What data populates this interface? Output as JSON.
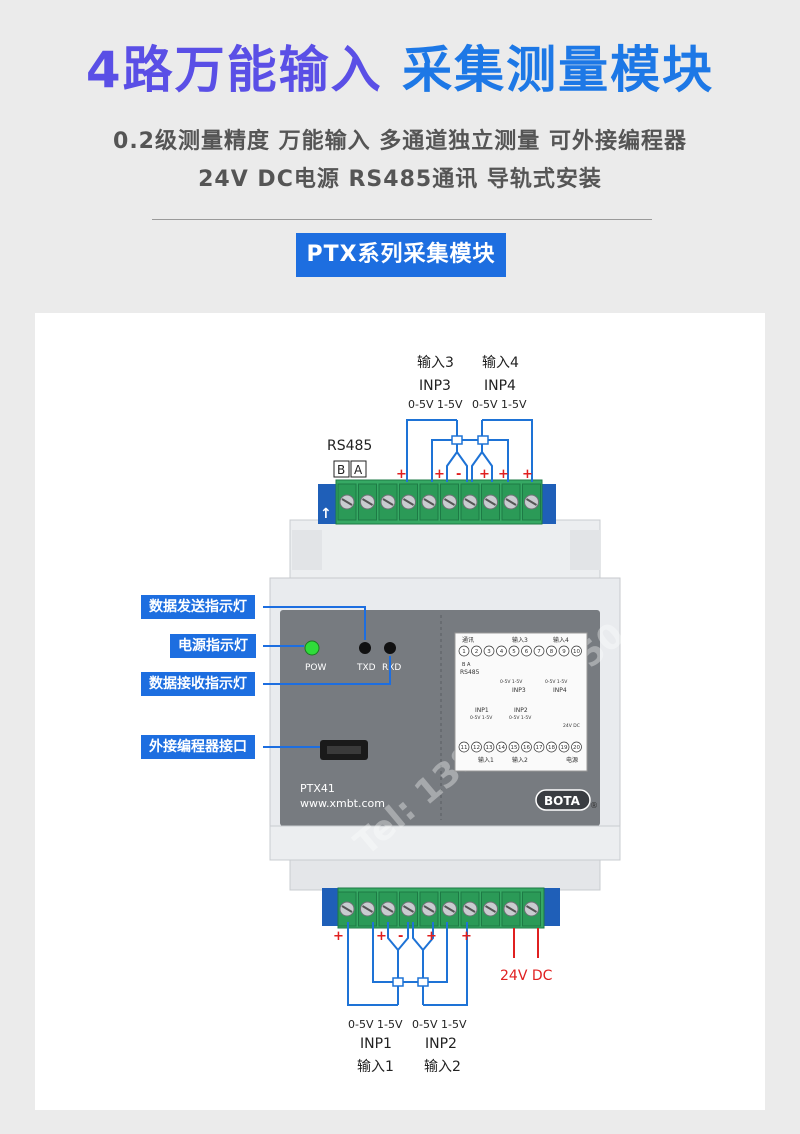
{
  "header": {
    "title_part1": "4路万能输入",
    "title_part2": "采集测量模块",
    "subtitle_line1": "0.2级测量精度 万能输入 多通道独立测量 可外接编程器",
    "subtitle_line2": "24V DC电源 RS485通讯 导轨式安装",
    "badge": "PTX系列采集模块"
  },
  "top_inputs": {
    "inp3_cn": "输入3",
    "inp3": "INP3",
    "inp3_range": "0-5V 1-5V",
    "inp4_cn": "输入4",
    "inp4": "INP4",
    "inp4_range": "0-5V 1-5V",
    "rs485": "RS485",
    "b": "B",
    "a": "A"
  },
  "bottom_inputs": {
    "inp1_range": "0-5V 1-5V",
    "inp1": "INP1",
    "inp1_cn": "输入1",
    "inp2_range": "0-5V 1-5V",
    "inp2": "INP2",
    "inp2_cn": "输入2",
    "power": "24V DC"
  },
  "signs": {
    "plus": "+",
    "minus": "-",
    "arrow": "↑"
  },
  "callouts": {
    "tx": "数据发送指示灯",
    "pow": "电源指示灯",
    "rx": "数据接收指示灯",
    "port": "外接编程器接口"
  },
  "device": {
    "pow_label": "POW",
    "txd_label": "TXD",
    "rxd_label": "RXD",
    "model": "PTX41",
    "website": "www.xmbt.com",
    "brand": "BOTA",
    "registered": "®",
    "watermark": "Tel: 13860423750"
  },
  "wiring_label": {
    "comm": "通讯",
    "inp3_cn": "输入3",
    "inp4_cn": "输入4",
    "top_nums": [
      "1",
      "2",
      "3",
      "4",
      "5",
      "6",
      "7",
      "8",
      "9",
      "10"
    ],
    "ba": "B A",
    "rs485": "RS485",
    "range_small": "0-5V 1-5V",
    "inp3": "INP3",
    "inp4": "INP4",
    "inp1": "INP1",
    "inp2": "INP2",
    "dc": "24V DC",
    "bot_nums": [
      "11",
      "12",
      "13",
      "14",
      "15",
      "16",
      "17",
      "18",
      "19",
      "20"
    ],
    "inp1_cn": "输入1",
    "inp2_cn": "输入2",
    "power_cn": "电源"
  },
  "colors": {
    "blue": "#1d6ee0",
    "title_purple": "#5a4fe6",
    "title_blue": "#1d78e6",
    "red": "#e02020",
    "wire": "#1e73d6",
    "green_terminal": "#2ea860"
  }
}
